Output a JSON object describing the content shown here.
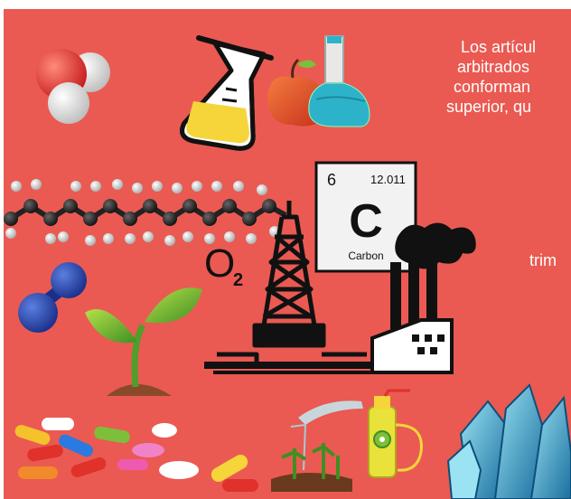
{
  "body_text": {
    "line1": "Los artícul",
    "line2": "arbitrados",
    "line3": "conforman",
    "line4": "superior, qu",
    "fragment": "trim"
  },
  "periodic_tile": {
    "atomic_number": "6",
    "atomic_mass": "12.011",
    "symbol": "C",
    "name": "Carbon"
  },
  "oxygen_formula": {
    "symbol": "O",
    "subscript": "2"
  },
  "icons": [
    "water-molecule-icon",
    "flask-icon",
    "apple-icon",
    "beaker-icon",
    "hydrocarbon-chain-icon",
    "oil-rig-icon",
    "factory-icon",
    "molecule-icon",
    "plant-sprout-icon",
    "pills-icon",
    "watering-can-icon",
    "sprayer-icon",
    "crystals-icon"
  ],
  "colors": {
    "background": "#ea5a52",
    "text": "#ffffff",
    "flask_liquid": "#f5d53a",
    "beaker_liquid": "#2db3c9",
    "plant": "#7dbf3a",
    "crystal": "#2aa7c9"
  }
}
